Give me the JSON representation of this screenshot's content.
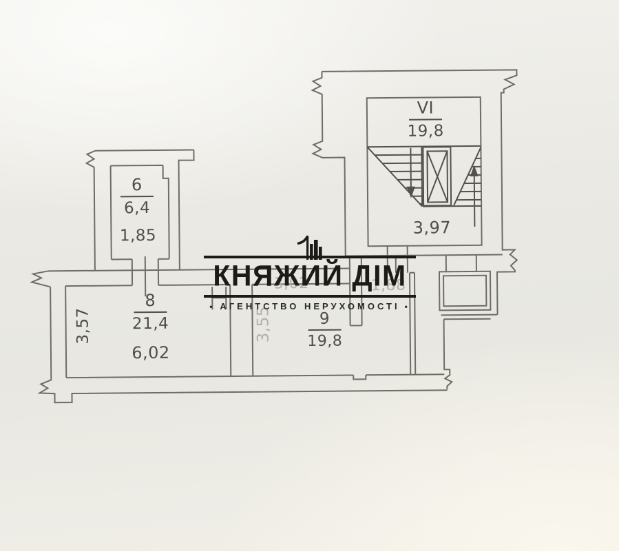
{
  "page": {
    "kind": "Scanned apartment floor plan with real-estate agency watermark",
    "paper_color": "#ECEAE4"
  },
  "watermark": {
    "brand": "КНЯЖИЙ ДІМ",
    "bullet": "•",
    "tagline": "АГЕНТСТВО НЕРУХОМОСТІ",
    "icon": "building-skyline-icon",
    "ink": "#1D1B18"
  },
  "plan": {
    "stairwell": {
      "number": "VI",
      "area": "19,8",
      "width_dim": "3,97"
    },
    "room_6": {
      "number": "6",
      "area": "6,4",
      "width_dim": "1,85"
    },
    "room_8": {
      "number": "8",
      "area": "21,4",
      "width_dim": "6,02",
      "depth_dim": "3,57"
    },
    "room_9": {
      "number": "9",
      "area": "19,8",
      "depth_dim": "3,55"
    },
    "corridor_dim": "3,02",
    "entry_dim": "1,88"
  },
  "colors": {
    "wall_line": "#6E6C65",
    "stair_line": "#52514B",
    "label_text": "#504E46",
    "faint_text": "#B4B1A9",
    "logo_ink": "#1D1B18"
  }
}
